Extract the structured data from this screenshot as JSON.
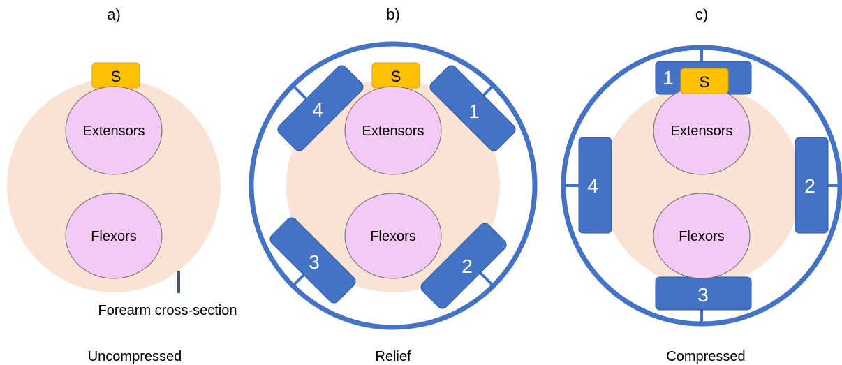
{
  "colors": {
    "forearm": "#f9e3d4",
    "muscle_fill": "#f4c9f4",
    "muscle_stroke": "#6a6a6a",
    "ring": "#4472c4",
    "pad": "#4472c4",
    "pad_edge": "#2f5597",
    "sensor": "#ffc000",
    "sensor_edge": "#e0a000",
    "pointer": "#44546a"
  },
  "panels": [
    {
      "label": "a)",
      "caption": "Uncompressed",
      "muscles": {
        "extensors": "Extensors",
        "flexors": "Flexors"
      },
      "sensor": "S",
      "annotation": "Forearm cross-section"
    },
    {
      "label": "b)",
      "caption": "Relief",
      "muscles": {
        "extensors": "Extensors",
        "flexors": "Flexors"
      },
      "sensor": "S",
      "pads": [
        "1",
        "2",
        "3",
        "4"
      ]
    },
    {
      "label": "c)",
      "caption": "Compressed",
      "muscles": {
        "extensors": "Extensors",
        "flexors": "Flexors"
      },
      "sensor": "S",
      "pads": [
        "1",
        "2",
        "3",
        "4"
      ]
    }
  ]
}
